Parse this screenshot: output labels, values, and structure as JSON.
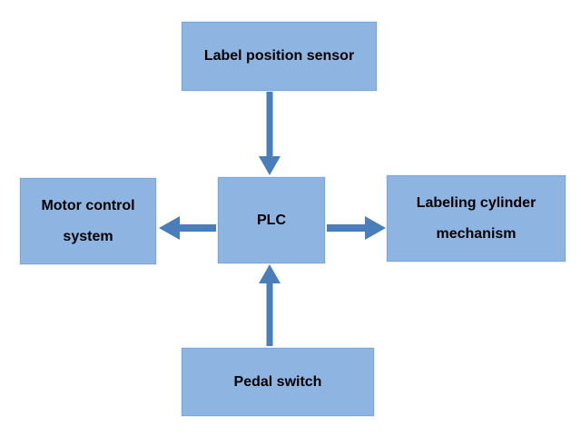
{
  "diagram": {
    "type": "block-diagram",
    "background": "#FFFFFF",
    "colors": {
      "box_fill": "#8EB4E2",
      "box_border": "#7BA7D9",
      "arrow": "#4A7EBB",
      "text": "#000000"
    },
    "nodes": {
      "sensor": {
        "label": "Label position sensor"
      },
      "motor": {
        "label": "Motor control system"
      },
      "plc": {
        "label": "PLC"
      },
      "cylinder": {
        "label": "Labeling cylinder mechanism"
      },
      "pedal": {
        "label": "Pedal switch"
      }
    },
    "edges": [
      {
        "from": "Label position sensor",
        "to": "PLC",
        "direction": "down"
      },
      {
        "from": "PLC",
        "to": "Motor control system",
        "direction": "left"
      },
      {
        "from": "PLC",
        "to": "Labeling cylinder mechanism",
        "direction": "right"
      },
      {
        "from": "Pedal switch",
        "to": "PLC",
        "direction": "up"
      }
    ]
  }
}
